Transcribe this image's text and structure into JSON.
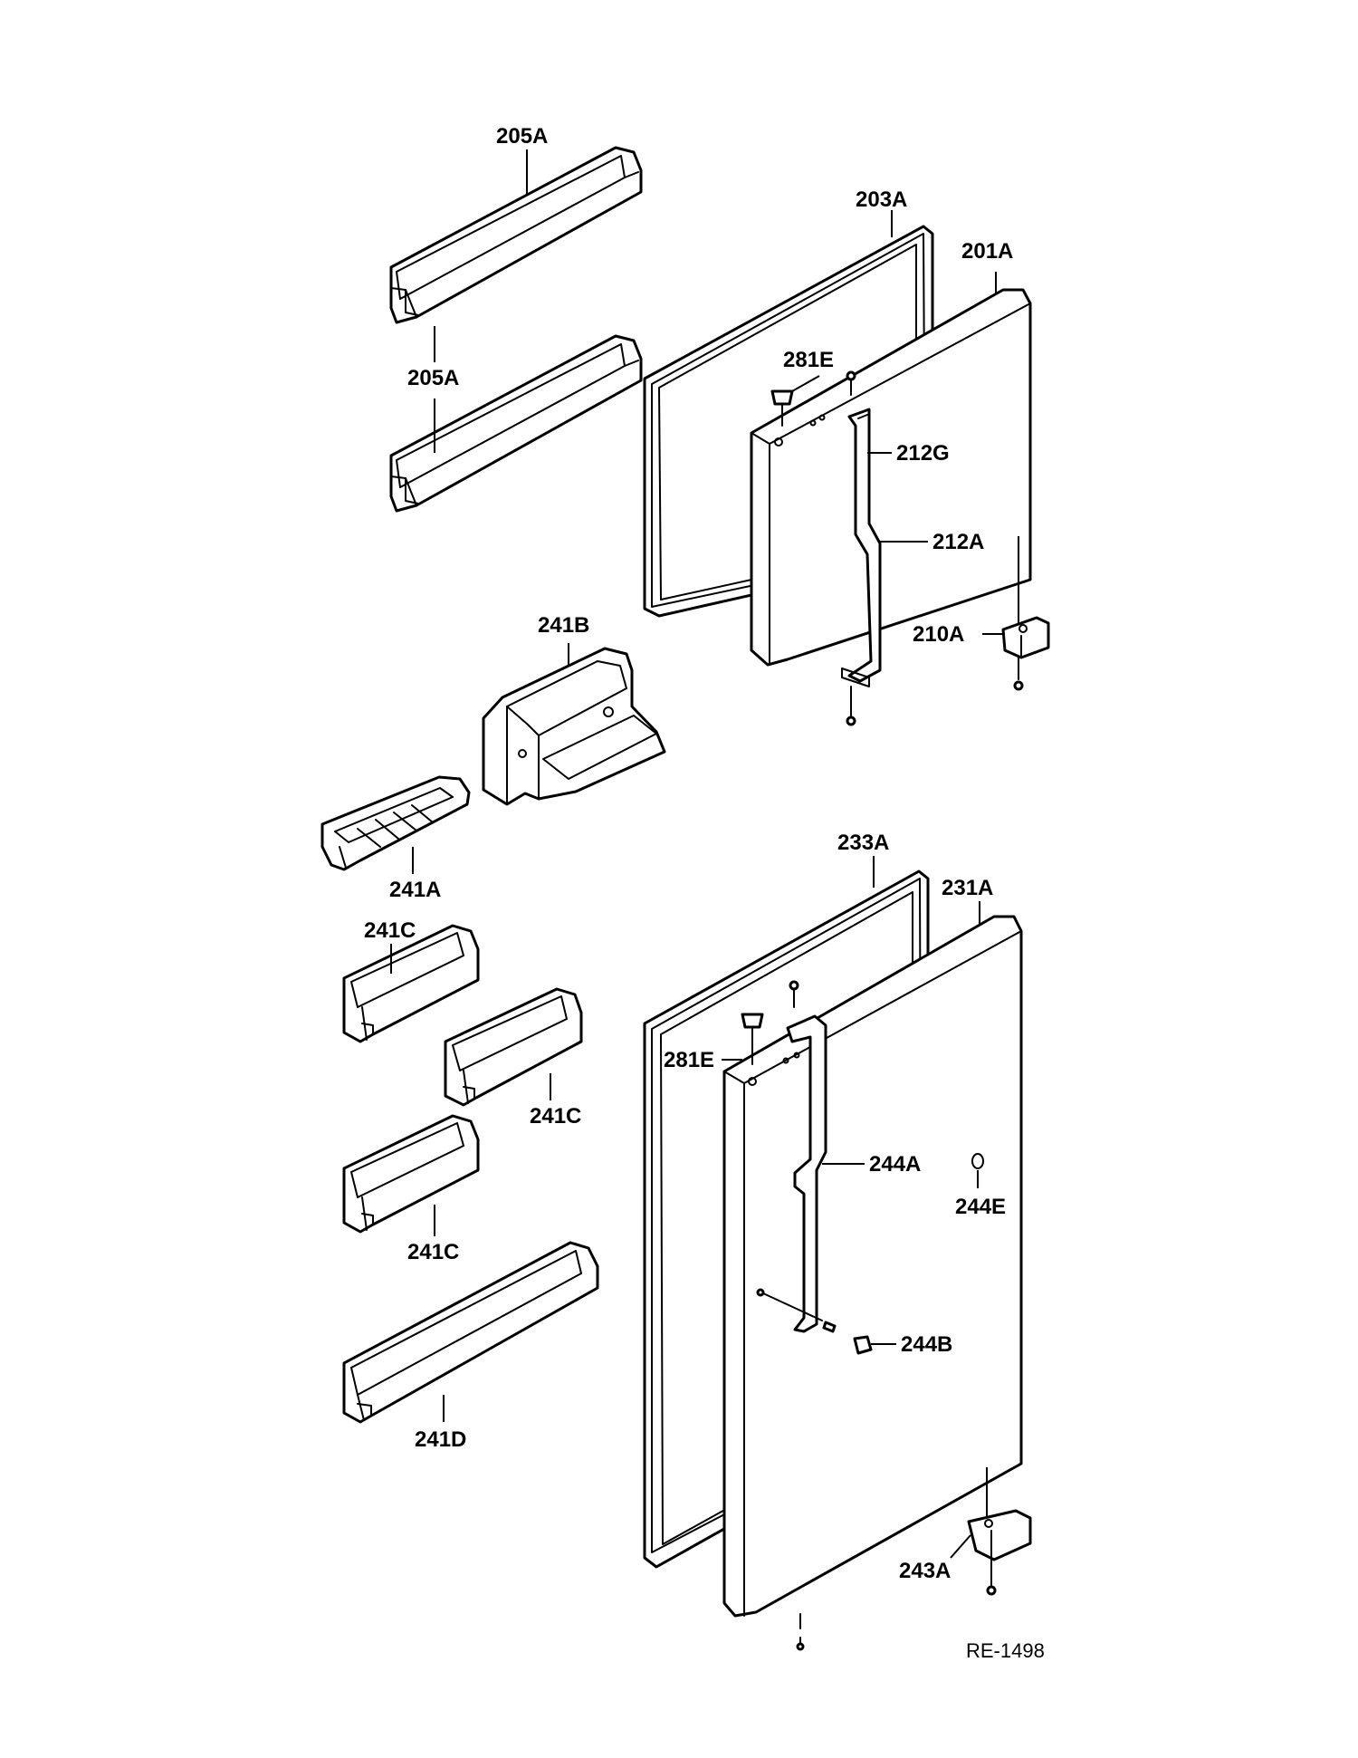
{
  "diagram": {
    "drawing_number": "RE-1498",
    "callouts": {
      "c205a_top": "205A",
      "c205a_mid": "205A",
      "c203a": "203A",
      "c201a": "201A",
      "c281e_top": "281E",
      "c212g": "212G",
      "c212a": "212A",
      "c210a": "210A",
      "c241b": "241B",
      "c241a": "241A",
      "c233a": "233A",
      "c231a": "231A",
      "c241c_1": "241C",
      "c241c_2": "241C",
      "c241c_3": "241C",
      "c281e_bot": "281E",
      "c244a": "244A",
      "c244e": "244E",
      "c244b": "244B",
      "c241d": "241D",
      "c243a": "243A"
    }
  }
}
